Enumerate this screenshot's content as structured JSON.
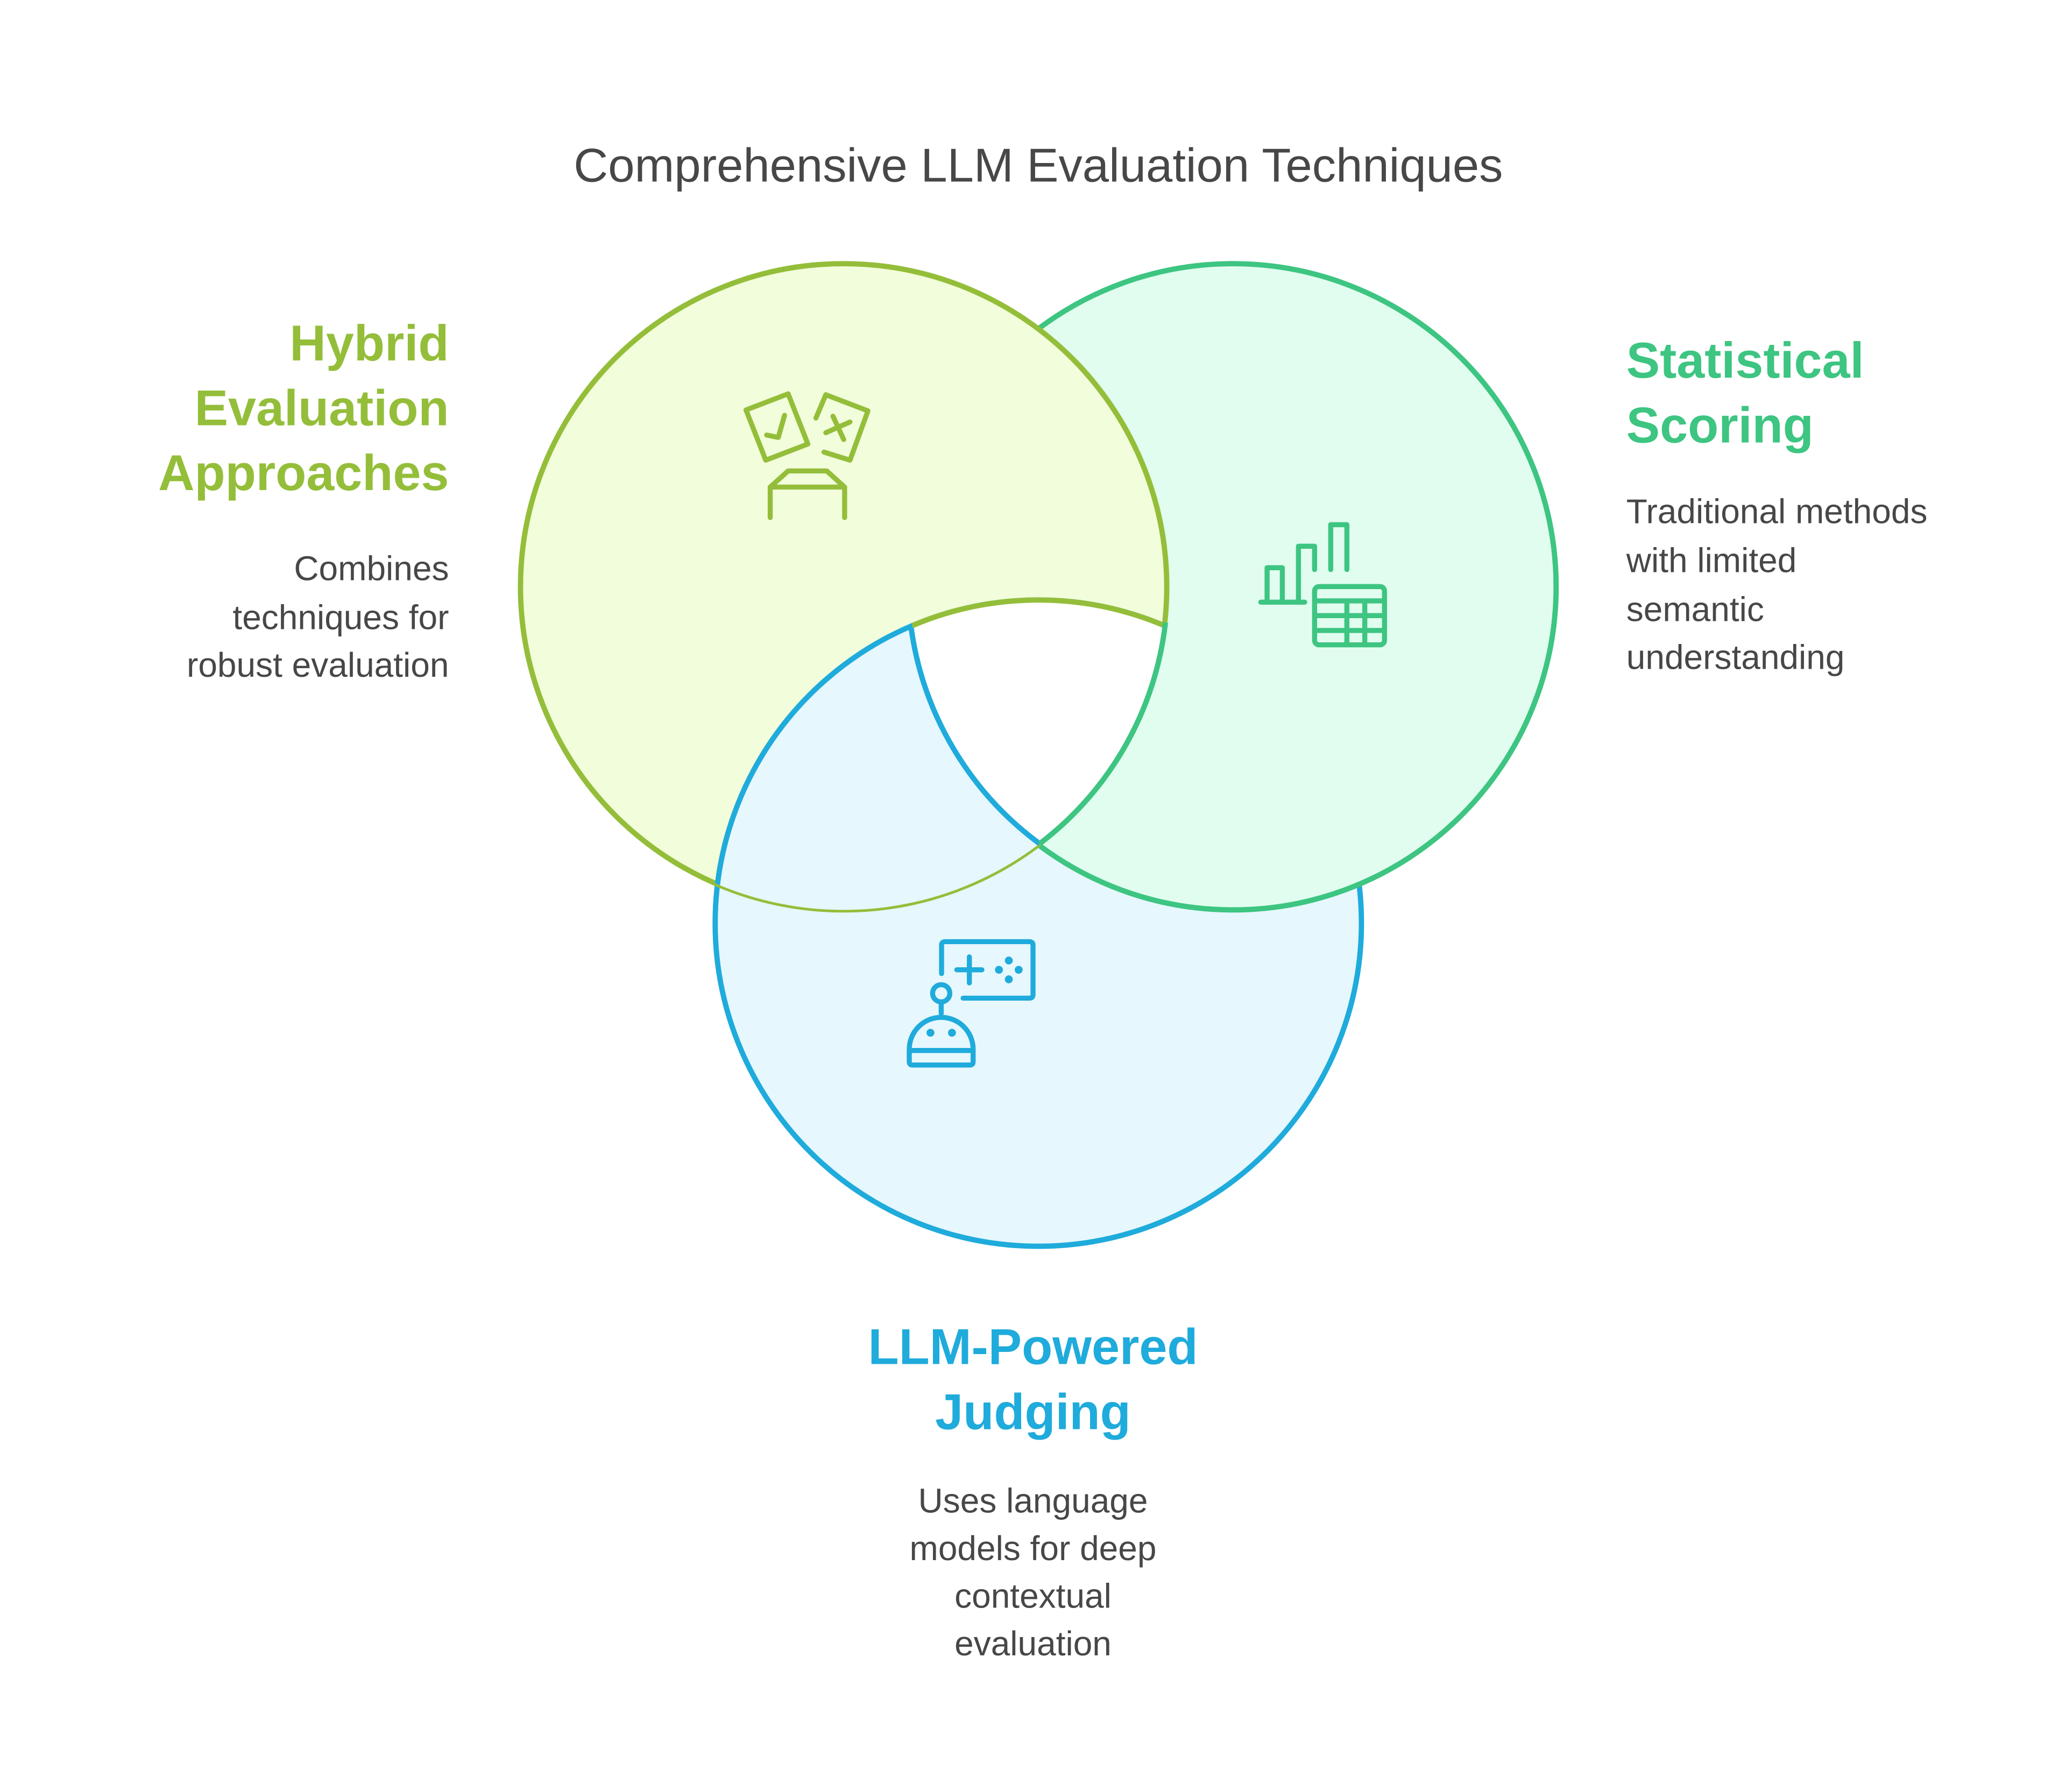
{
  "title": "Comprehensive LLM Evaluation Techniques",
  "colors": {
    "hybrid_stroke": "#94BE3A",
    "hybrid_fill": "#F2FDDB",
    "statistical_stroke": "#3DC581",
    "statistical_fill": "#E0FDEF",
    "llm_stroke": "#1FABDB",
    "llm_fill": "#E6F7FE",
    "text": "#474747"
  },
  "sets": {
    "hybrid": {
      "heading": [
        "Hybrid",
        "Evaluation",
        "Approaches"
      ],
      "description": [
        "Combines",
        "techniques for",
        "robust evaluation"
      ],
      "icon": "ballot-box-icon"
    },
    "statistical": {
      "heading": [
        "Statistical",
        "Scoring"
      ],
      "description": [
        "Traditional methods",
        "with limited",
        "semantic",
        "understanding"
      ],
      "icon": "chart-table-icon"
    },
    "llm": {
      "heading": [
        "LLM-Powered",
        "Judging"
      ],
      "description": [
        "Uses language",
        "models for deep",
        "contextual",
        "evaluation"
      ],
      "icon": "robot-game-icon"
    }
  }
}
